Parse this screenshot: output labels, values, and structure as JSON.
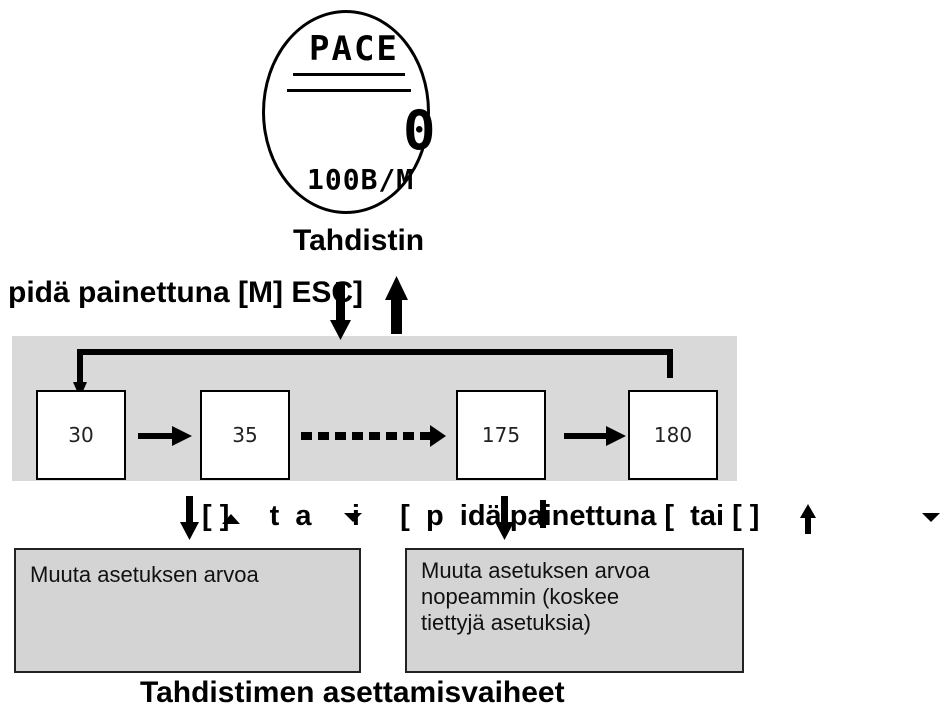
{
  "watch": {
    "line1": "PACE",
    "line2": "0",
    "line3": "100B/M"
  },
  "title": "Tahdistin",
  "hold_esc_label": "pidä painettuna [M] ESC]",
  "steps": [
    "30",
    "35",
    "175",
    "180"
  ],
  "controls_label": "[ ]     t  a     i     [  p  idä painettuna [  tai [ ]",
  "box1_lines": [
    "Muuta asetuksen arvoa"
  ],
  "box2_lines": [
    "Muuta asetuksen arvoa",
    "nopeammin (koskee",
    "tiettyjä asetuksia)"
  ],
  "footer": "Tahdistimen asettamisvaiheet"
}
